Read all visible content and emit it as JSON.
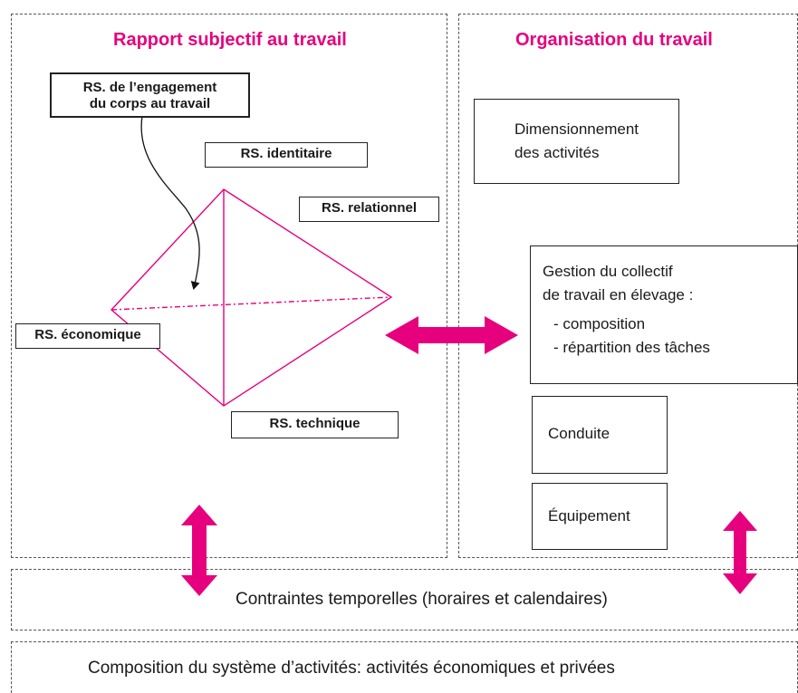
{
  "left_panel": {
    "title": "Rapport subjectif au travail",
    "rs_labels": {
      "engagement_line1": "RS. de l’engagement",
      "engagement_line2": "du corps au travail",
      "identitaire": "RS. identitaire",
      "relationnel": "RS. relationnel",
      "economique": "RS. économique",
      "technique": "RS. technique"
    }
  },
  "right_panel": {
    "title": "Organisation du travail",
    "boxes": {
      "dimensionnement_line1": "Dimensionnement",
      "dimensionnement_line2": "des activités",
      "gestion_line1": "Gestion du collectif",
      "gestion_line2": "de travail en élevage :",
      "gestion_item1": "- composition",
      "gestion_item2": "- répartition des tâches",
      "conduite": "Conduite",
      "equipement": "Équipement"
    }
  },
  "bands": {
    "temporal": "Contraintes temporelles (horaires et calendaires)",
    "activities": "Composition du système d’activités: activités économiques et privées"
  },
  "colors": {
    "accent": "#e6007e",
    "border": "#555555"
  }
}
